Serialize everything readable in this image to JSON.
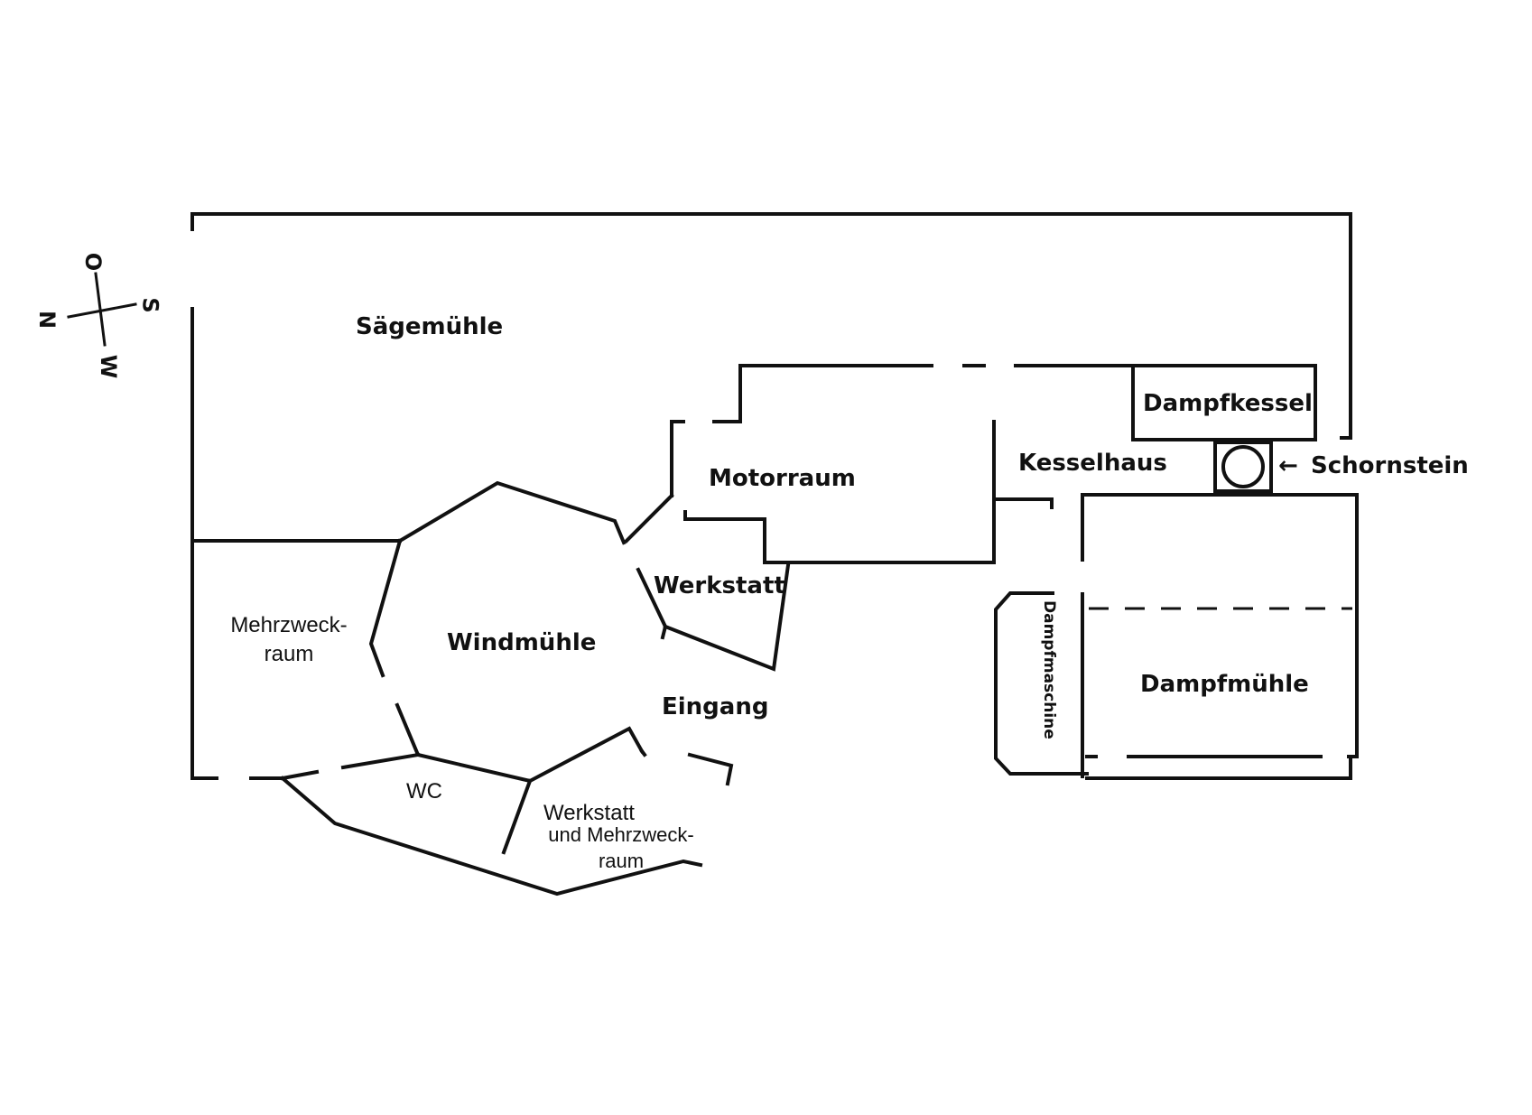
{
  "compass": {
    "n": "N",
    "o": "O",
    "s": "S",
    "w": "W"
  },
  "rooms": {
    "saegemuehle": "Sägemühle",
    "motorraum": "Motorraum",
    "dampfkessel": "Dampfkessel",
    "kesselhaus": "Kesselhaus",
    "schornstein": "Schornstein",
    "schornstein_arrow": "←",
    "mehrzweckraum_line1": "Mehrzweck-",
    "mehrzweckraum_line2": "raum",
    "windmuehle": "Windmühle",
    "werkstatt": "Werkstatt",
    "eingang": "Eingang",
    "wc": "WC",
    "werkstatt2_line1": "Werkstatt",
    "werkstatt2_line2": "und Mehrzweck-",
    "werkstatt2_line3": "raum",
    "dampfmaschine": "Dampfmaschine",
    "dampfmuehle": "Dampfmühle"
  }
}
